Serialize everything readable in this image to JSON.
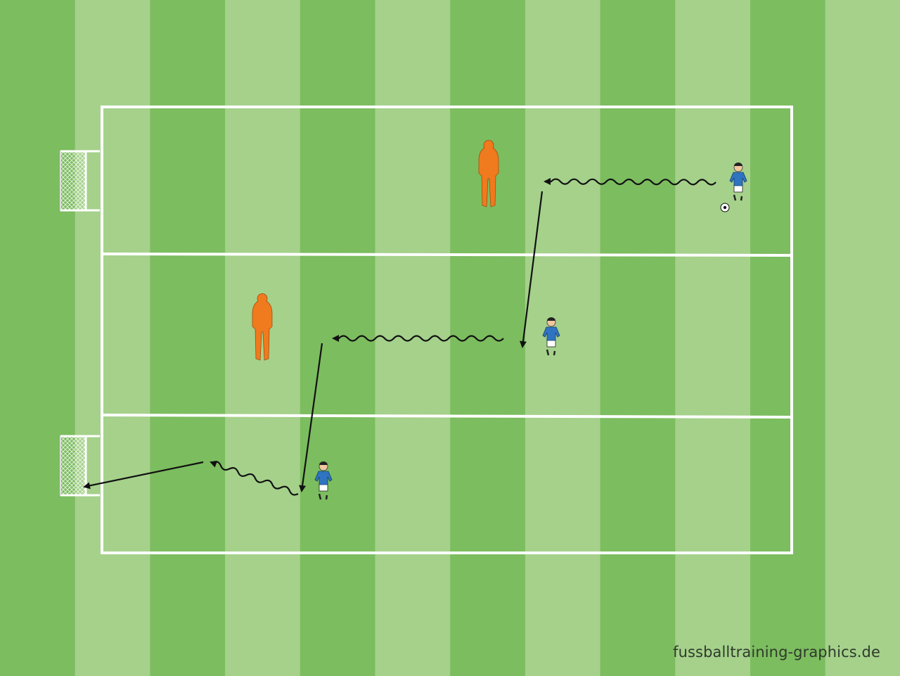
{
  "watermark": "fussballtraining-graphics.de",
  "colors": {
    "stripe_light": "#a5d18b",
    "stripe_dark": "#7cbd5f",
    "line": "#ffffff",
    "mannequin": "#f07a1e",
    "player_shirt": "#2f74c0",
    "player_shorts": "#ffffff",
    "arrow": "#111111"
  },
  "elements": {
    "goals": [
      "goal-top-left",
      "goal-bottom-left"
    ],
    "mannequins": [
      "mannequin-top",
      "mannequin-middle"
    ],
    "players": [
      "player-start",
      "player-middle",
      "player-bottom"
    ],
    "ball": "ball"
  }
}
